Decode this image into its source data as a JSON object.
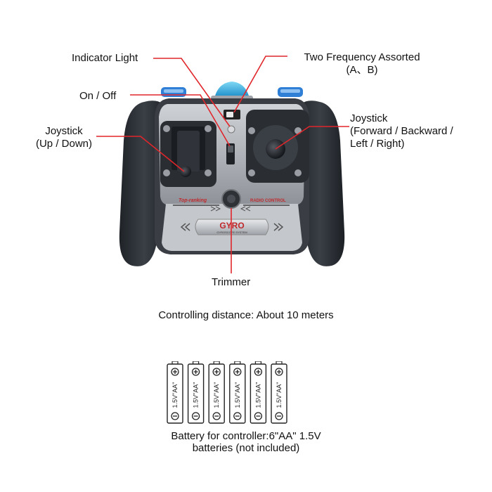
{
  "labels": {
    "indicator_light": "Indicator Light",
    "two_frequency": "Two Frequency Assorted",
    "two_frequency_sub": "(A、B)",
    "on_off": "On / Off",
    "joystick_left": "Joystick",
    "joystick_left_sub": "(Up / Down)",
    "joystick_right": "Joystick",
    "joystick_right_sub1": "(Forward / Backward /",
    "joystick_right_sub2": "Left / Right)",
    "trimmer": "Trimmer"
  },
  "controller_print": {
    "gyro": "GYRO",
    "gyro_sub": "GYROSCOPE SYSTEM",
    "brand": "Top-ranking",
    "radio": "RADIO CONTROL"
  },
  "distance_text": "Controlling distance: About 10 meters",
  "battery": {
    "cell_label": "1.5V\"AA\"",
    "caption_line1": "Battery for controller:6\"AA\" 1.5V",
    "caption_line2": "batteries (not included)"
  },
  "colors": {
    "leader_line": "#e0262b",
    "grip": "#2b2f35",
    "panel": "#b8bcc2",
    "accent_blue": "#2f7fd6",
    "antenna": "#2fb7e8"
  }
}
